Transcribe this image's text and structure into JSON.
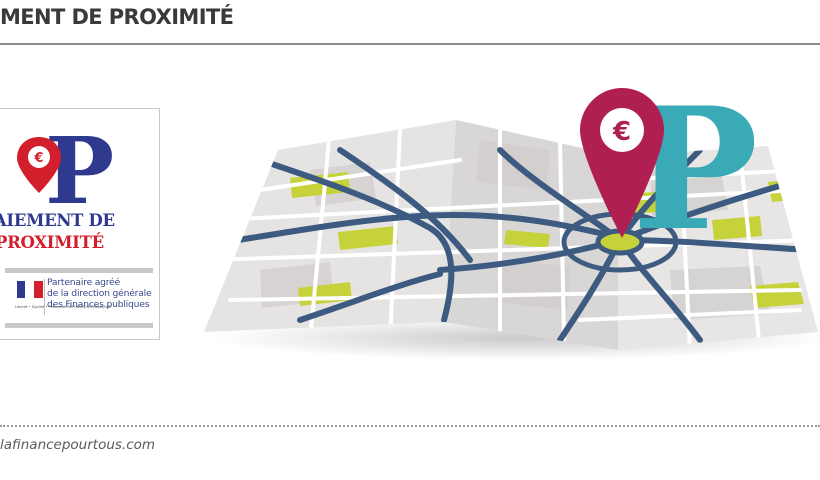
{
  "header": {
    "title": "MENT DE PROXIMITÉ"
  },
  "badge": {
    "logo_letter": "P",
    "line1": "PAIEMENT DE",
    "line2": "PROXIMITÉ",
    "flag_caption": "Liberté • Égalité • Fraternité RÉPUBLIQUE FRANÇAISE",
    "partner_lines": [
      "Partenaire agréé",
      "de la direction générale",
      "des Finances publiques"
    ]
  },
  "map": {
    "pin_symbol": "€",
    "logo_letter": "P"
  },
  "footer": {
    "url": "lafinancepourtous.com"
  },
  "colors": {
    "brand_blue": "#2f3a8f",
    "brand_red": "#d21f2b",
    "pin_crimson": "#b01f52",
    "teal": "#3aaab7",
    "road_blue": "#3d5a80",
    "park_green": "#c6d23a",
    "map_gray": "#e3e1e0"
  }
}
